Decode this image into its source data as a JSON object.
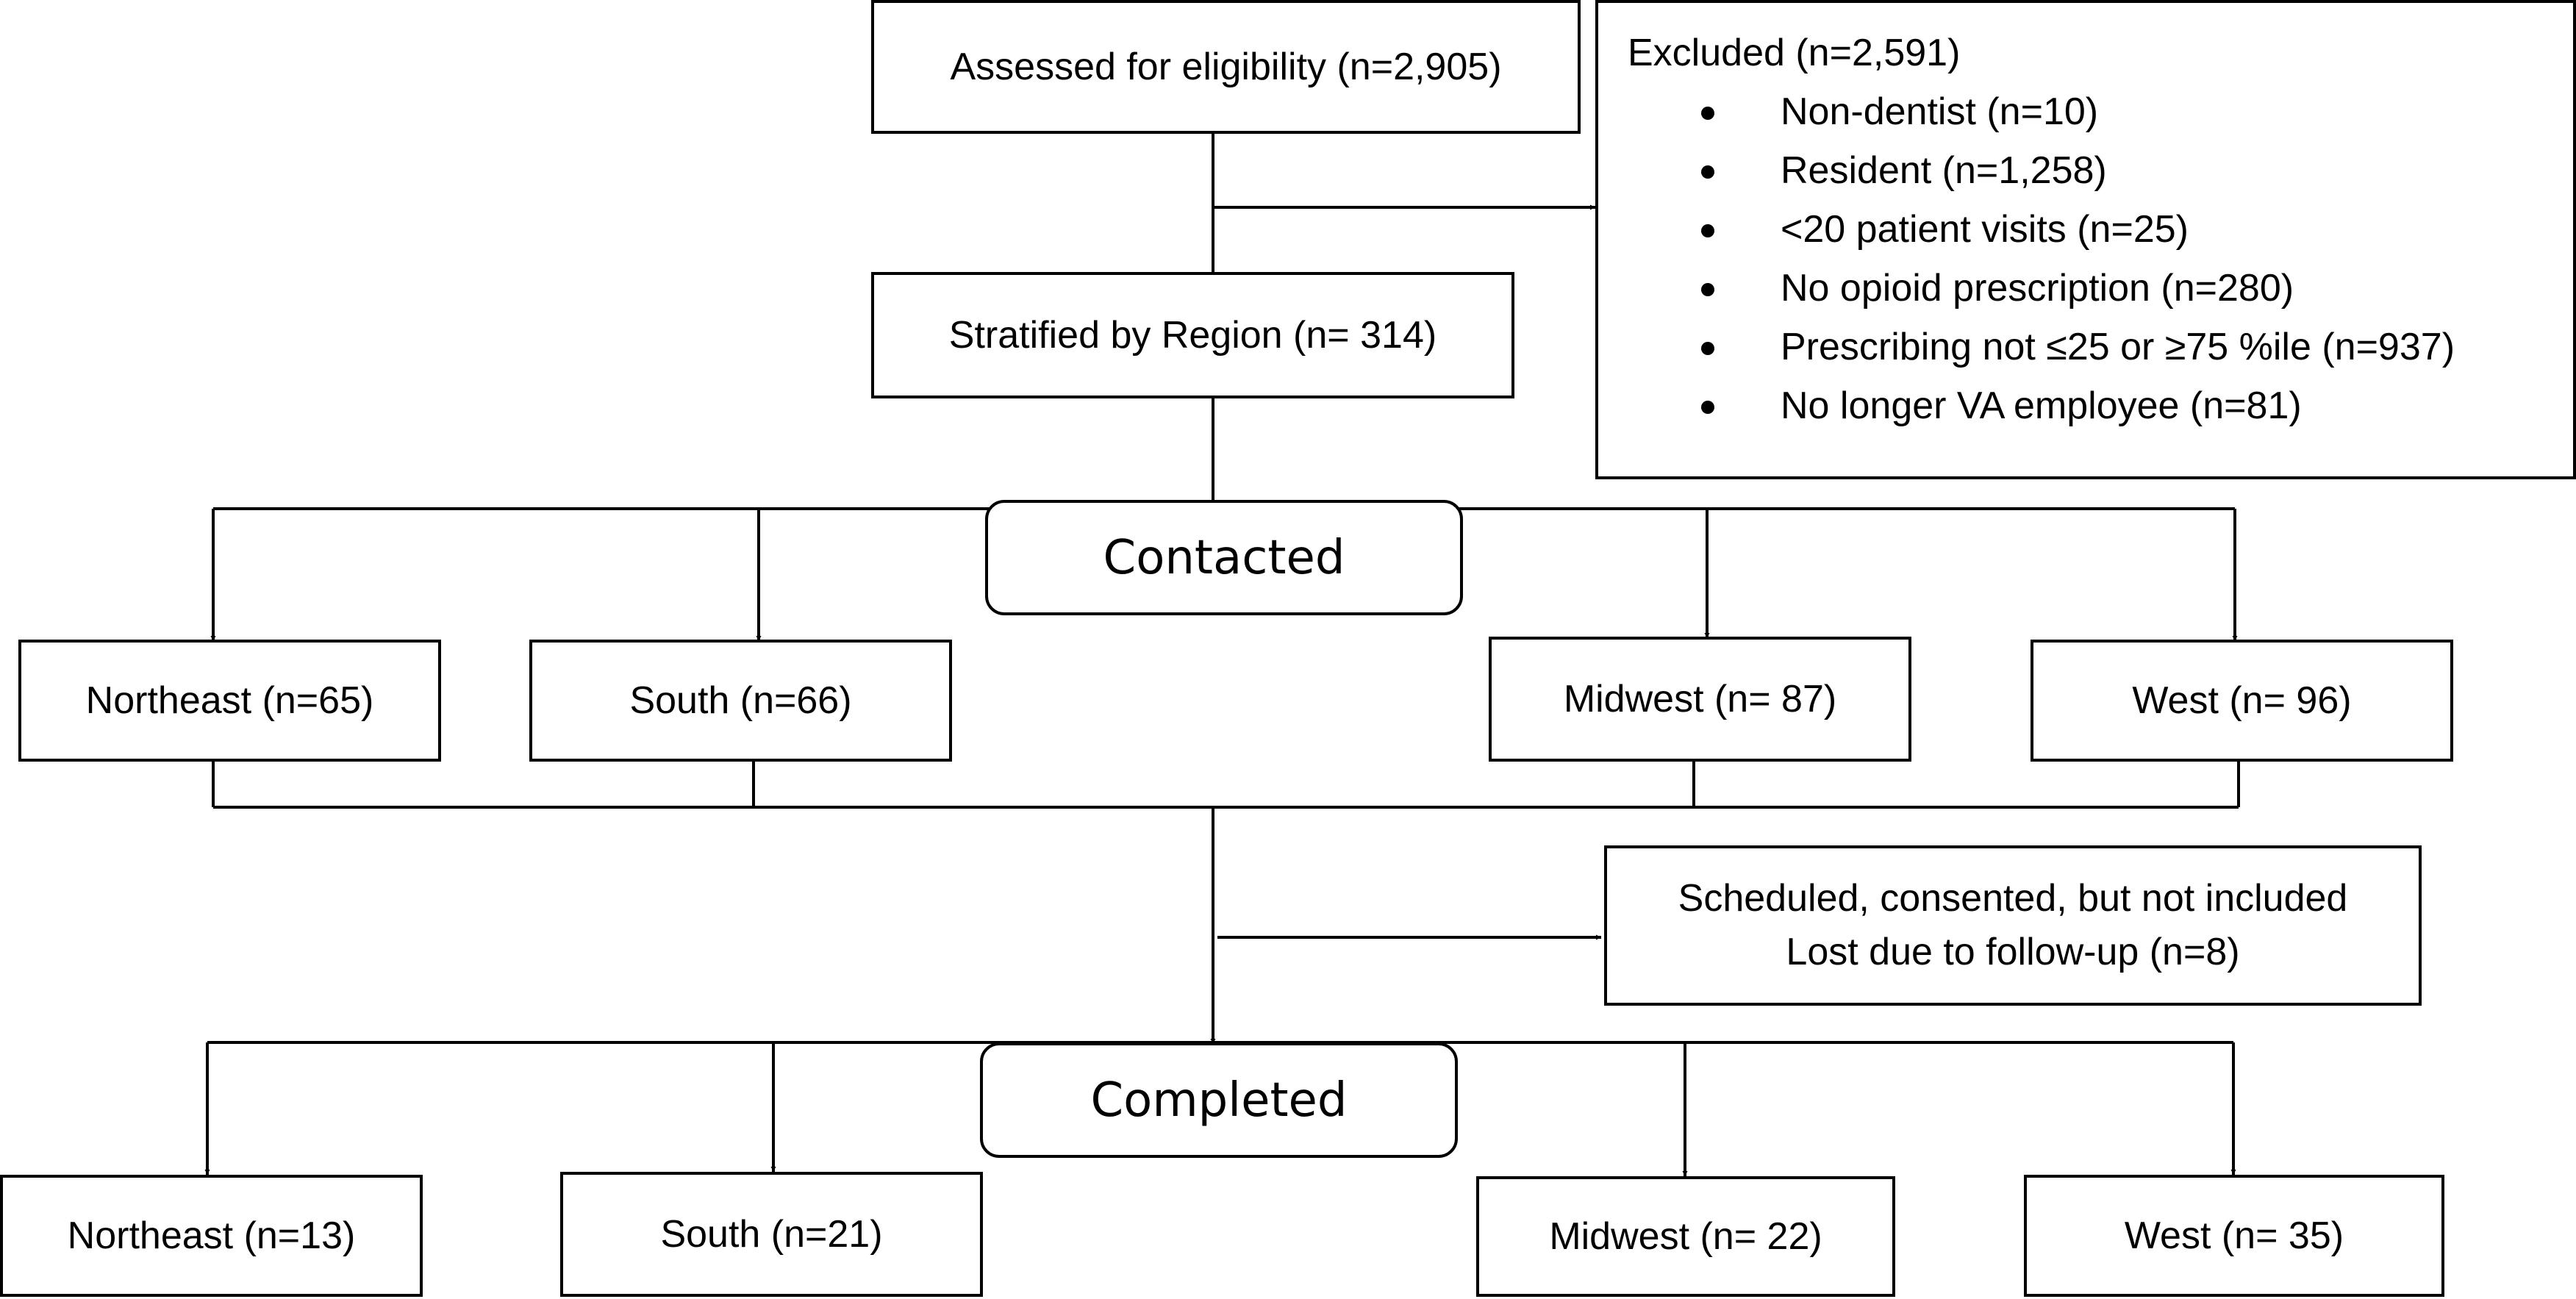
{
  "assessed": "Assessed for eligibility (n=2,905)",
  "excluded": {
    "title": "Excluded (n=2,591)",
    "items": [
      "Non-dentist (n=10)",
      "Resident (n=1,258)",
      "<20 patient visits (n=25)",
      "No opioid prescription (n=280)",
      "Prescribing not ≤25 or ≥75 %ile (n=937)",
      "No longer VA employee (n=81)"
    ]
  },
  "stratified": "Stratified by Region (n= 314)",
  "contacted": {
    "label": "Contacted",
    "regions": [
      "Northeast (n=65)",
      "South (n=66)",
      "Midwest (n= 87)",
      "West (n= 96)"
    ]
  },
  "not_included": {
    "line1": "Scheduled, consented, but not included",
    "line2": "Lost due to follow-up (n=8)"
  },
  "completed": {
    "label": "Completed",
    "regions": [
      "Northeast (n=13)",
      "South (n=21)",
      "Midwest (n= 22)",
      "West (n= 35)"
    ]
  }
}
